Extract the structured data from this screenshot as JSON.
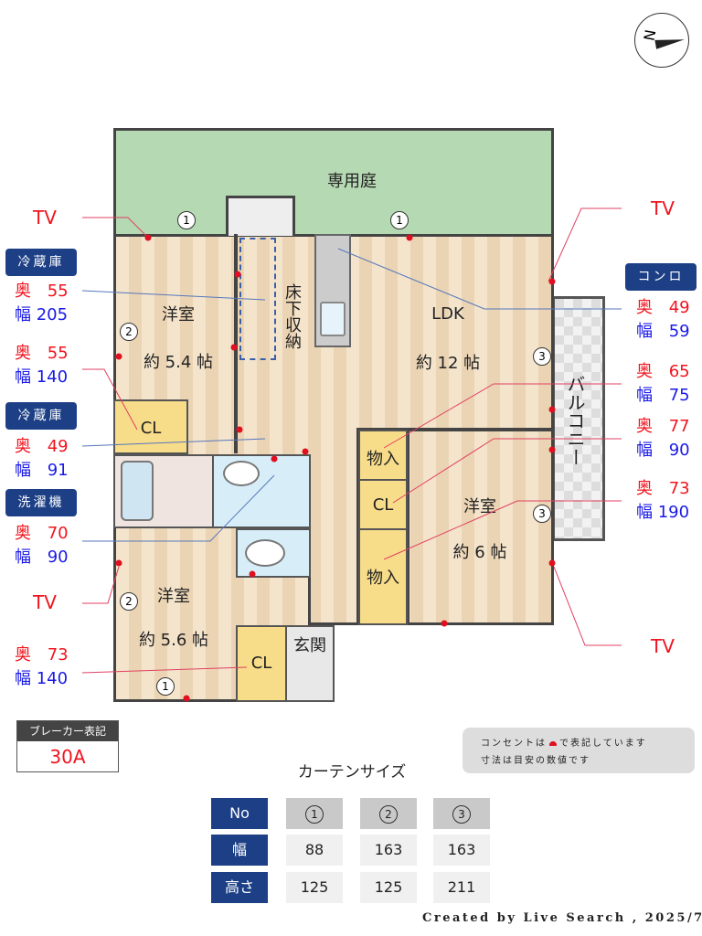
{
  "compass": {
    "label": "N"
  },
  "rooms": {
    "garden": "専用庭",
    "western1": "洋室",
    "western1_size": "約 5.4 帖",
    "ldk": "LDK",
    "ldk_size": "約 12 帖",
    "underfloor": "床下収納",
    "storage1": "物入",
    "cl1": "CL",
    "cl2": "CL",
    "cl3": "CL",
    "storage2": "物入",
    "western2": "洋室",
    "western2_size": "約 6 帖",
    "western3": "洋室",
    "western3_size": "約 5.6 帖",
    "entrance": "玄関",
    "balcony": "バルコニー"
  },
  "window_marks": [
    "1",
    "1",
    "2",
    "3",
    "3",
    "2",
    "1"
  ],
  "left_annotations": {
    "tv1": "TV",
    "fridge1": {
      "label": "冷蔵庫",
      "depth_label": "奥",
      "depth": "55",
      "width_label": "幅",
      "width": "205"
    },
    "cl": {
      "depth_label": "奥",
      "depth": "55",
      "width_label": "幅",
      "width": "140"
    },
    "fridge2": {
      "label": "冷蔵庫",
      "depth_label": "奥",
      "depth": "49",
      "width_label": "幅",
      "width": "91"
    },
    "washer": {
      "label": "洗濯機",
      "depth_label": "奥",
      "depth": "70",
      "width_label": "幅",
      "width": "90"
    },
    "tv2": "TV",
    "cl2": {
      "depth_label": "奥",
      "depth": "73",
      "width_label": "幅",
      "width": "140"
    }
  },
  "right_annotations": {
    "tv1": "TV",
    "stove": {
      "label": "コンロ",
      "depth_label": "奥",
      "depth": "49",
      "width_label": "幅",
      "width": "59"
    },
    "storage1": {
      "depth_label": "奥",
      "depth": "65",
      "width_label": "幅",
      "width": "75"
    },
    "cl": {
      "depth_label": "奥",
      "depth": "77",
      "width_label": "幅",
      "width": "90"
    },
    "storage2": {
      "depth_label": "奥",
      "depth": "73",
      "width_label": "幅",
      "width": "190"
    },
    "tv2": "TV"
  },
  "breaker": {
    "label": "ブレーカー表記",
    "value": "30A"
  },
  "note": {
    "line1_a": "コンセントは",
    "line1_b": "で表記しています",
    "line2": "寸法は目安の数値です"
  },
  "curtain": {
    "title": "カーテンサイズ",
    "headers": [
      "No",
      "1",
      "2",
      "3"
    ],
    "rows": [
      {
        "label": "幅",
        "values": [
          "88",
          "163",
          "163"
        ]
      },
      {
        "label": "高さ",
        "values": [
          "125",
          "125",
          "211"
        ]
      }
    ]
  },
  "footer": "Created by Live Search , 2025/7"
}
